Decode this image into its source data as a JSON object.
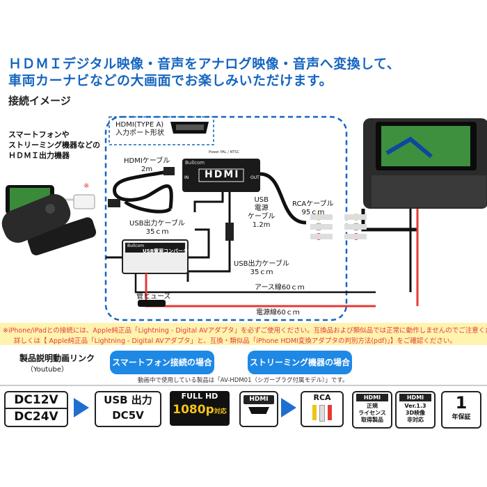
{
  "headline": {
    "line1": "ＨＤＭＩデジタル映像・音声をアナログ映像・音声へ変換して、",
    "line2": "車両カーナビなどの大画面でお楽しみいただけます。"
  },
  "section_title": "接続イメージ",
  "source_devices": [
    "スマートフォンや",
    "ストリーミング機器などの",
    "ＨＤＭＩ出力機器"
  ],
  "note_mark": "※",
  "diagram": {
    "hdmi_port_label": [
      "HDMI(TYPE A)",
      "入力ポート形状"
    ],
    "hdmi_cable_label": [
      "HDMIケーブル",
      "2m"
    ],
    "device_brand": "Bullcom",
    "device_logo": "HDMI",
    "device_in": "IN",
    "device_out": "OUT",
    "device_top": "Power  PAL / NTSC",
    "usb_power_cable_label": [
      "USB",
      "電源",
      "ケーブル",
      "1.2m"
    ],
    "rca_cable_label": [
      "RCAケーブル",
      "95ｃｍ"
    ],
    "usb_out_cable_top_label": [
      "USB出力ケーブル",
      "35ｃｍ"
    ],
    "converter_brand": "Bullcom",
    "converter_title": "USB電源コンバーター",
    "usb_out_cable_label": [
      "USB出力ケーブル",
      "35ｃｍ"
    ],
    "earth_label": "アース線60ｃｍ",
    "fuse_label": "管ヒューズ",
    "power_label": "電源線60ｃｍ"
  },
  "warning": {
    "line1": "※iPhone/iPadとの接続には、Apple純正品「Lightning - Digital AVアダプタ」を必ずご使用ください。互換品および類似品では正常に動作しませんのでご注意ください。",
    "line2": "詳しくは【 Apple純正品「Lightning - Digital AVアダプタ」と、互換・類似品「iPhone HDMI変換アダプタの判別方法(pdf)」】をご確認ください。"
  },
  "video_links": {
    "title": "製品説明動画リンク",
    "subtitle": "（Youtube）",
    "button_smartphone": "スマートフォン接続の場合",
    "button_streaming": "ストリーミング機器の場合",
    "note": "動画中で使用している製品は「AV-HDM01（シガープラグ付属モデル）」です。"
  },
  "features": {
    "voltage_top": "DC12V",
    "voltage_bottom": "DC24V",
    "usb_top": "USB 出力",
    "usb_bottom": "DC5V",
    "fullhd_top": "FULL HD",
    "fullhd_main": "1080p",
    "fullhd_suffix": "対応",
    "hdmi_logo": "HDMI",
    "rca_label": "RCA",
    "license_logo": "HDMI",
    "license_text": [
      "正規",
      "ライセンス",
      "取得製品"
    ],
    "ver_logo": "HDMI",
    "ver_text": [
      "Ver.1.3",
      "3D映像",
      "非対応"
    ],
    "warranty_num": "1",
    "warranty_text": "年保証"
  },
  "colors": {
    "headline": "#1565c0",
    "warning_bg": "#fff3b0",
    "warning_text": "#e53935",
    "button_bg": "#1e88e5",
    "arrow": "#1e6fd0",
    "dashed_border": "#1565c0"
  }
}
